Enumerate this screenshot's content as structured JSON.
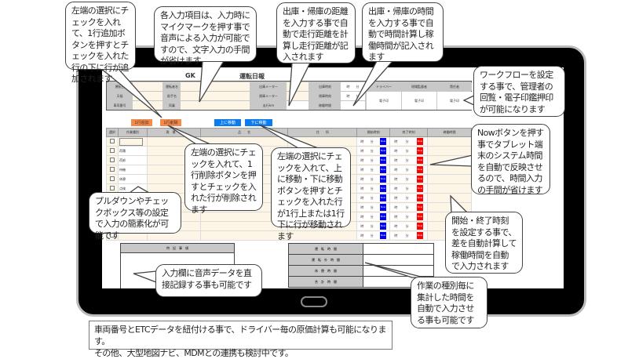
{
  "form": {
    "title_left": "GK",
    "title_right": "運転日報",
    "block1": [
      "運転日",
      "天候",
      "車両番号"
    ],
    "block2": [
      "運転者名",
      "助手名",
      "同乗"
    ],
    "block3": [
      "出庫メーター",
      "帰庫メーター",
      "走行km"
    ],
    "block4": [
      "出庫時刻",
      "帰庫時刻",
      "稼働時間"
    ],
    "hour": "時",
    "minute": "分",
    "approvers": [
      "ドライバー",
      "現場監督者",
      "責任者"
    ],
    "stamp": "電子印"
  },
  "buttons": {
    "add_row": "1行追加",
    "delete_row": "1行削除",
    "move_up": "上に移動",
    "move_down": "下に移動"
  },
  "table": {
    "columns": [
      "選択",
      "作業種別",
      "現　場　名",
      "品　　名",
      "住　　所",
      "開始時刻",
      "終了時刻",
      "稼働時間"
    ],
    "dropdown_options": [
      "荷積",
      "荷卸",
      "待機",
      "休憩",
      "点検"
    ],
    "now_label": "Now",
    "row_count": 11
  },
  "notes": {
    "label": "特　記　事　項"
  },
  "totals": [
    "運　転　時　間",
    "運　転　外　時　間",
    "休　憩　時　間",
    "合　計　時　間"
  ],
  "callouts": [
    "左端の選択にチェックを入れて、1行追加ボタンを押すとチェックを入れた行の下に行が追加されます",
    "各入力項目は、入力時にマイクマークを押す事で音声による入力が可能ですので、文字入力の手間が省けます",
    "出庫・帰庫の距離を入力する事で自動で走行距離を計算し走行距離が記入されます",
    "出庫・帰庫の時間を入力する事で自動で時間計算し稼働時間が記入されます",
    "ワークフローを設定する事で、管理者の回覧・電子印鑑押印が可能になります",
    "Nowボタンを押す事でタブレット端末のシステム時間を自動で反映させるので、時間入力の手間が省けます",
    "左端の選択にチェックを入れて、1行削除ボタンを押すとチェックを入れた行が削除されます",
    "左端の選択にチェックを入れて、上に移動・下に移動ボタンを押すとチェックを入れた行が1行上または1行下に行が移動されます",
    "プルダウンやチェックボックス等の設定で入力の簡素化が可能です",
    "開始・終了時刻を設定する事で、差を自動計算して稼働時間を自動で入力されます",
    "入力欄に音声データを直接記録する事も可能です",
    "作業の種別毎に集計した時間を自動で入力させる事も可能です"
  ],
  "footer": [
    "車両番号とETCデータを紐付ける事で、ドライバー毎の原価計算も可能になります。",
    "その他、大型地図ナビ、MDMとの連携も検討中です。"
  ]
}
